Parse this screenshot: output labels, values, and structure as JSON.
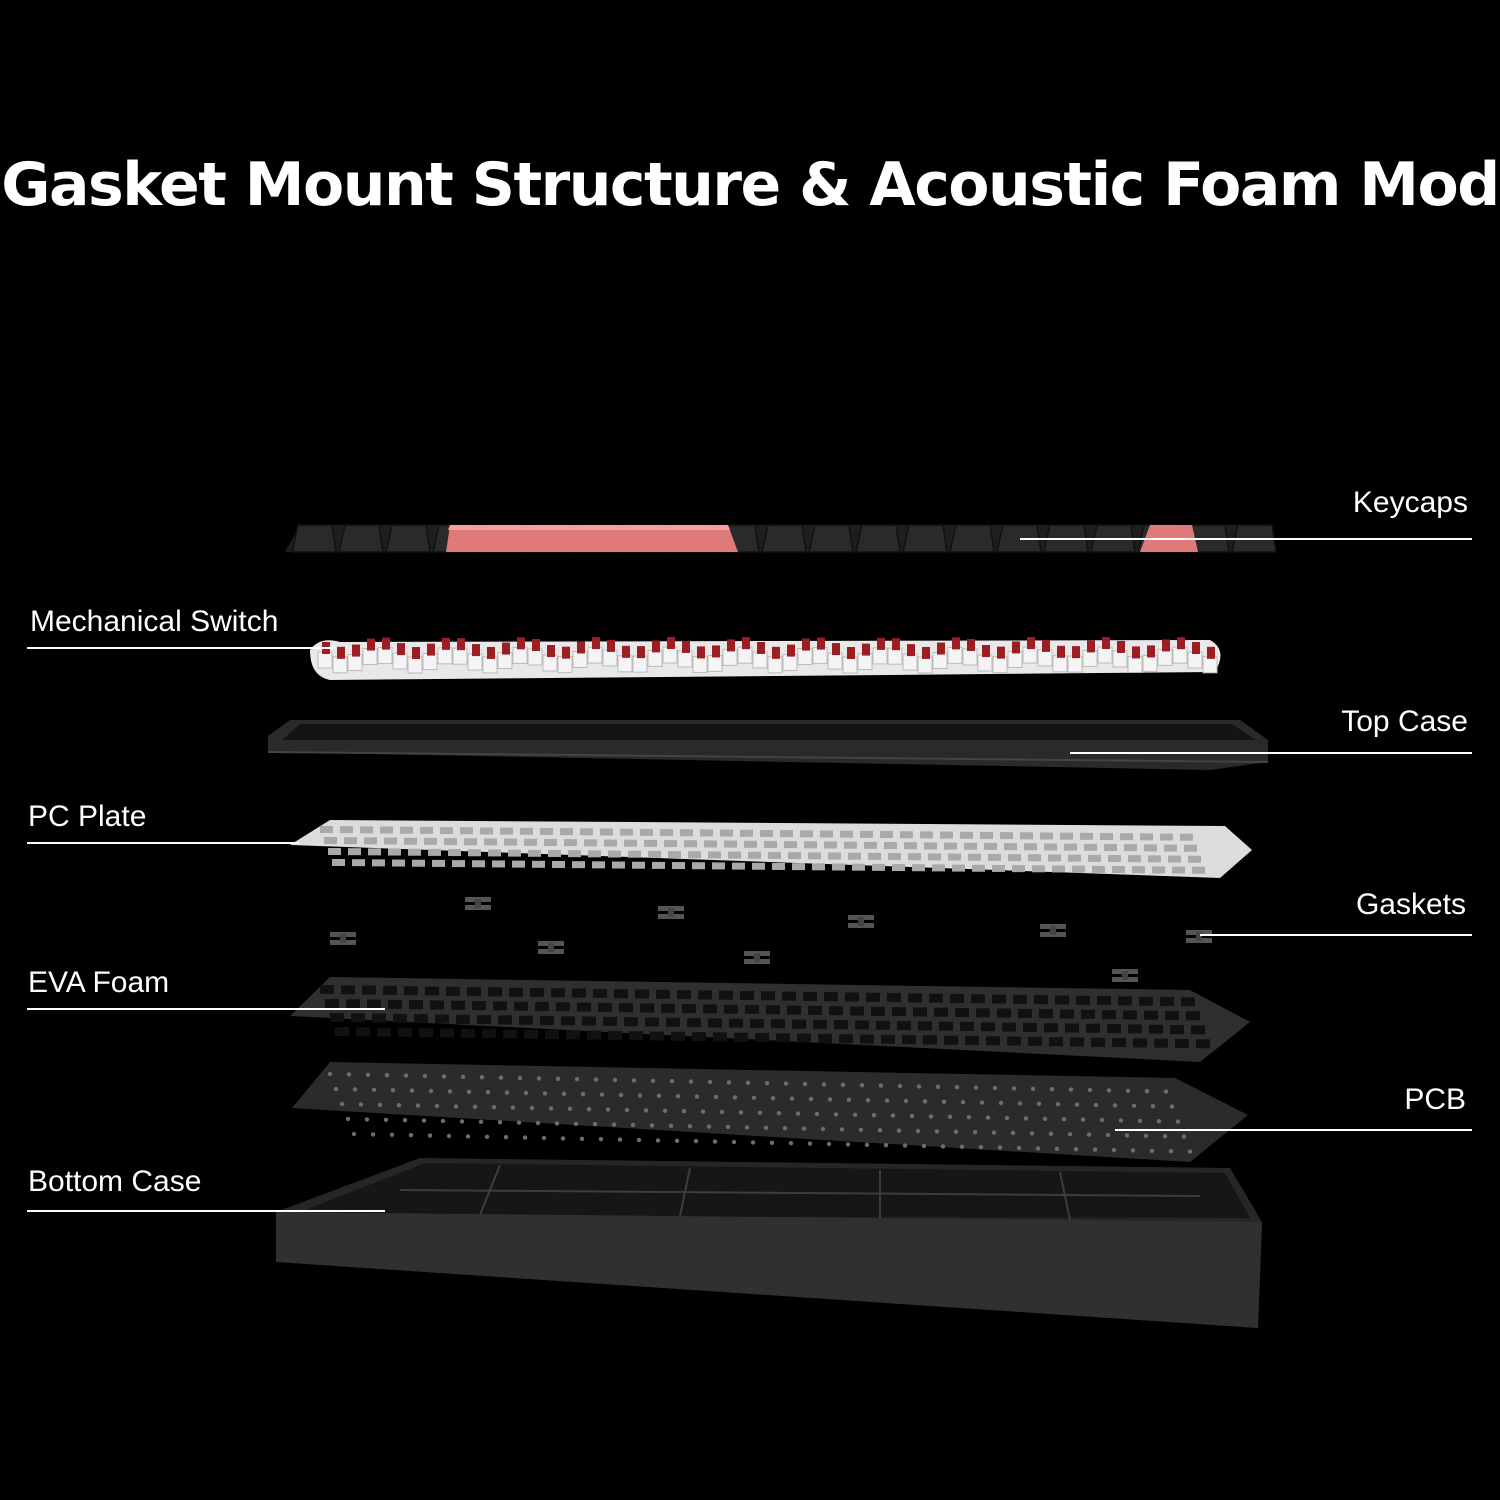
{
  "title": "Gasket Mount Structure & Acoustic Foam Mod",
  "layers": [
    {
      "id": "keycaps",
      "label": "Keycaps"
    },
    {
      "id": "switch",
      "label": "Mechanical Switch"
    },
    {
      "id": "top_case",
      "label": "Top Case"
    },
    {
      "id": "pc_plate",
      "label": "PC Plate"
    },
    {
      "id": "gaskets",
      "label": "Gaskets"
    },
    {
      "id": "eva_foam",
      "label": "EVA Foam"
    },
    {
      "id": "pcb",
      "label": "PCB"
    },
    {
      "id": "bottom_case",
      "label": "Bottom Case"
    }
  ],
  "colors": {
    "background": "#000000",
    "accent_keycap": "#e07a78",
    "switch_stem": "#9c1d22",
    "plate": "#dcdcdc",
    "dark_part": "#2b2b2b"
  }
}
